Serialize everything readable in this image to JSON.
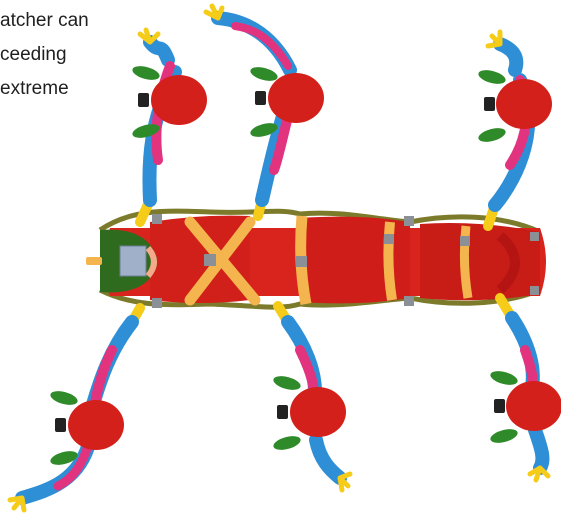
{
  "text_lines": [
    "atcher can",
    "ceeding",
    "extreme"
  ],
  "colors": {
    "stretcher_red": "#d9231d",
    "stretcher_dark": "#b51512",
    "strap_orange": "#f5b54e",
    "rail_olive": "#7c7a2b",
    "buckle_gray": "#8a9095",
    "head_pad_green": "#2f6b1f",
    "head_red": "#d4201b",
    "leaf_green": "#2f8a2a",
    "arm_blue": "#2f8fd6",
    "arm_magenta": "#e2337f",
    "hand_yellow": "#f5cc1a"
  },
  "figures": [
    {
      "name": "carrier-top-left",
      "side": "top"
    },
    {
      "name": "carrier-top-middle",
      "side": "top"
    },
    {
      "name": "carrier-top-right",
      "side": "top"
    },
    {
      "name": "carrier-bottom-left",
      "side": "bottom"
    },
    {
      "name": "carrier-bottom-middle",
      "side": "bottom"
    },
    {
      "name": "carrier-bottom-right",
      "side": "bottom"
    }
  ]
}
